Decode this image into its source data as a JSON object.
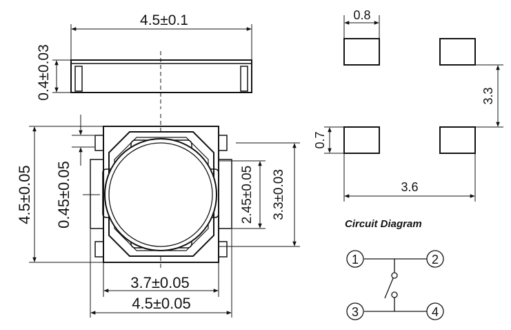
{
  "dimensions": {
    "top_width": "4.5±0.1",
    "top_height": "0.4±0.03",
    "body_height": "4.5±0.05",
    "terminal_height": "0.45±0.05",
    "inner_width": "3.7±0.05",
    "body_width": "4.5±0.05",
    "inner_height_a": "2.45±0.05",
    "inner_height_b": "3.3±0.03",
    "pad_width": "0.8",
    "pad_height": "0.7",
    "pad_vertical_pitch": "3.3",
    "pad_horizontal_pitch": "3.6"
  },
  "circuit": {
    "title": "Circuit Diagram",
    "pins": [
      "1",
      "2",
      "3",
      "4"
    ]
  }
}
